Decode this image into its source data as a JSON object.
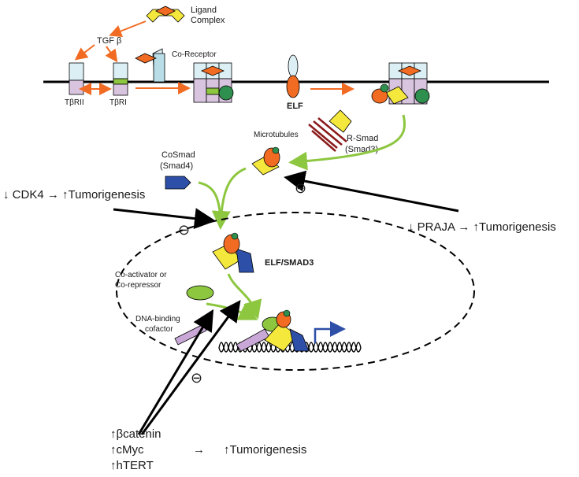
{
  "labels": {
    "ligand_line1": "Ligand",
    "ligand_line2": "Complex",
    "tgf_beta": "TGF β",
    "co_receptor": "Co-Receptor",
    "tbrii": "TβRII",
    "tbri": "TβRI",
    "elf": "ELF",
    "microtubules": "Microtubules",
    "rsmad_line1": "R-Smad",
    "rsmad_line2": "(Smad3)",
    "cosmad_line1": "CoSmad",
    "cosmad_line2": "(Smad4)",
    "cdk4_text": "↓ CDK4 → ↑Tumorigenesis",
    "praja_text": "↓ PRAJA → ↑Tumorigenesis",
    "elf_smad3": "ELF/SMAD3",
    "coactivator_line1": "Co-activator or",
    "coactivator_line2": "Co-repressor",
    "dna_binding_line1": "DNA-binding",
    "dna_binding_line2": "cofactor",
    "beta_catenin": "↑βcatenin",
    "cmyc": "↑cMyc",
    "htert": "↑hTERT",
    "bottom_arrow": "→",
    "bottom_result": "↑Tumorigenesis",
    "inhibit_symbol": "⊖"
  },
  "colors": {
    "orange": "#f26b22",
    "yellow": "#f5e83c",
    "pink": "#d9c4e0",
    "lightblue": "#dceff5",
    "green": "#2f8f4e",
    "lime": "#8dc63f",
    "blue": "#2e4fa8",
    "darkred": "#8b1a1a",
    "membrane": "#000000"
  }
}
